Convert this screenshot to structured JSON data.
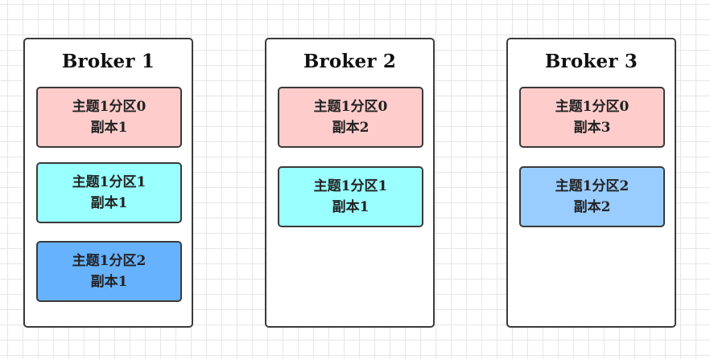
{
  "colors": {
    "partition_0": "#ffcccc",
    "partition_1": "#99ffff",
    "partition_2_light": "#99ccff",
    "partition_2_dark": "#66b2ff",
    "border": "#3a3a3a",
    "grid": "#e6e6e6"
  },
  "brokers": [
    {
      "title": "Broker 1",
      "replicas": [
        {
          "partition": "主题1分区0",
          "replica": "副本1"
        },
        {
          "partition": "主题1分区1",
          "replica": "副本1"
        },
        {
          "partition": "主题1分区2",
          "replica": "副本1"
        }
      ]
    },
    {
      "title": "Broker 2",
      "replicas": [
        {
          "partition": "主题1分区0",
          "replica": "副本2"
        },
        {
          "partition": "主题1分区1",
          "replica": "副本1"
        }
      ]
    },
    {
      "title": "Broker 3",
      "replicas": [
        {
          "partition": "主题1分区0",
          "replica": "副本3"
        },
        {
          "partition": "主题1分区2",
          "replica": "副本2"
        }
      ]
    }
  ]
}
